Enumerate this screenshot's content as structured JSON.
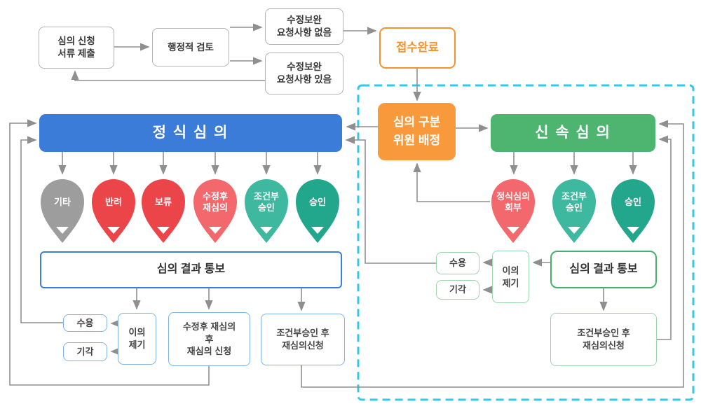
{
  "colors": {
    "accent_orange": "#F8993B",
    "accent_blue": "#3B7CD9",
    "accent_green": "#4DB56F",
    "status_red": "#EC4549",
    "status_salmon": "#F3686C",
    "status_teal_light": "#3EB89E",
    "status_teal": "#23A78C",
    "status_gray": "#9D9D9D",
    "dashed_border_cyan": "#35C7E3",
    "arrow_gray": "#8F8F8F"
  },
  "intake": {
    "submit_label": "심의 신청\n서류 제출",
    "admin_review_label": "행정적 검토",
    "no_revision_label": "수정보완\n요청사항 없음",
    "revision_label": "수정보완\n요청사항 있음",
    "complete_label": "접수완료",
    "assign_label": "심의 구분\n위원 배정"
  },
  "formal": {
    "title": "정 식 심 의",
    "drops": [
      {
        "label": "기타",
        "color": "#9D9D9D"
      },
      {
        "label": "반려",
        "color": "#EC4549"
      },
      {
        "label": "보류",
        "color": "#EC4549"
      },
      {
        "label": "수정후\n재심의",
        "color": "#F3686C"
      },
      {
        "label": "조건부\n승인",
        "color": "#3EB89E"
      },
      {
        "label": "승인",
        "color": "#23A78C"
      }
    ],
    "notice_label": "심의 결과 통보",
    "accept_label": "수용",
    "reject_label": "기각",
    "objection_label": "이의\n제기",
    "rereview_label": "수정후 재심의\n후\n재심의 신청",
    "conditional_rereview_label": "조건부승인 후\n재심의신청"
  },
  "expedited": {
    "title": "신 속 심 의",
    "drops": [
      {
        "label": "정식심의\n회부",
        "color": "#F3686C"
      },
      {
        "label": "조건부\n승인",
        "color": "#3EB89E"
      },
      {
        "label": "승인",
        "color": "#23A78C"
      }
    ],
    "notice_label": "심의 결과 통보",
    "accept_label": "수용",
    "reject_label": "기각",
    "objection_label": "이의\n제기",
    "conditional_rereview_label": "조건부승인 후\n재심의신청"
  }
}
